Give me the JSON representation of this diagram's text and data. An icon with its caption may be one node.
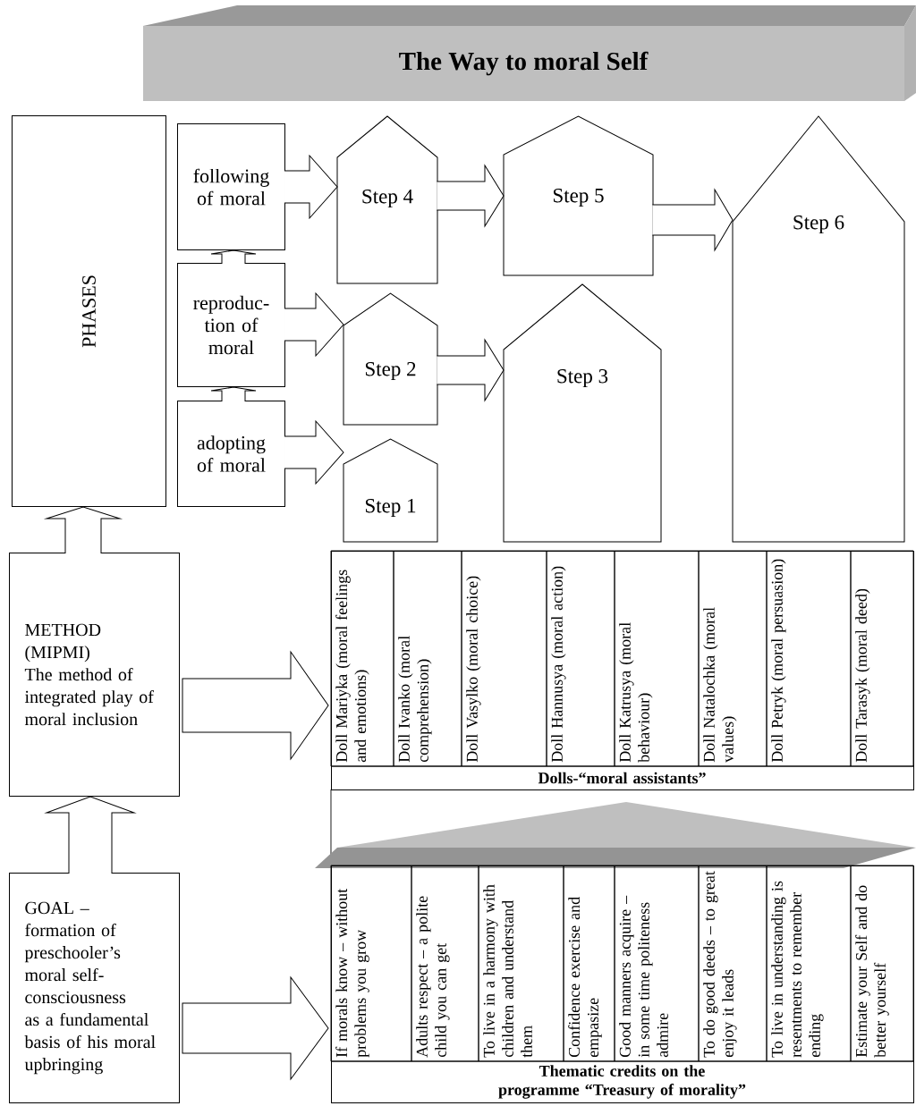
{
  "diagram": {
    "title": "The Way to moral Self",
    "nodes": [
      {
        "text": [
          "PHASES"
        ]
      },
      {
        "text": [
          "following of moral"
        ]
      },
      {
        "text": [
          "reproduc- tion of moral"
        ]
      },
      {
        "text": [
          "adopting of moral"
        ]
      },
      {
        "text": [
          "Step 1"
        ]
      },
      {
        "text": [
          "Step 2"
        ]
      },
      {
        "text": [
          "Step 3"
        ]
      },
      {
        "text": [
          "Step 4"
        ]
      },
      {
        "text": [
          "Step 5"
        ]
      },
      {
        "text": [
          "Step 6"
        ]
      },
      {
        "text": [
          "METHOD (MIPMI)",
          "The method of integrated play of moral inclusion"
        ]
      },
      {
        "text": [
          "GOAL – formation of preschooler’s moral self-consciousness as a fundamental basis of his moral upbringing"
        ]
      },
      {
        "text": [
          "Dolls-“moral assistants”"
        ]
      },
      {
        "text": [
          "Doll Mariyka (moral feelings and emotions)"
        ],
        "in": 12
      },
      {
        "text": [
          "Doll Ivanko (moral comprehension)"
        ],
        "in": 12
      },
      {
        "text": [
          "Doll Vasylko (moral choice)"
        ],
        "in": 12
      },
      {
        "text": [
          "Doll Hannusya (moral action)"
        ],
        "in": 12
      },
      {
        "text": [
          "Doll Katrusya (moral behaviour)"
        ],
        "in": 12
      },
      {
        "text": [
          "Doll Natalochka (moral values)"
        ],
        "in": 12
      },
      {
        "text": [
          "Doll Petryk (moral persuasion)"
        ],
        "in": 12
      },
      {
        "text": [
          "Doll Tarasyk (moral deed)"
        ],
        "in": 12
      },
      {
        "text": [
          "Thematic credits on the programme “Treasury of morality”"
        ]
      },
      {
        "text": [
          "If morals know – without problems you grow"
        ],
        "in": 21
      },
      {
        "text": [
          "Adults respect – a polite child you can get"
        ],
        "in": 21
      },
      {
        "text": [
          "To live in a harmony with children and understand them"
        ],
        "in": 21
      },
      {
        "text": [
          "Confidence exercise and empasize"
        ],
        "in": 21
      },
      {
        "text": [
          "Good manners acquire – in some time politeness admire"
        ],
        "in": 21
      },
      {
        "text": [
          "To do good deeds – to great enjoy it leads"
        ],
        "in": 21
      },
      {
        "text": [
          "To live in understanding is resentments to remember ending"
        ],
        "in": 21
      },
      {
        "text": [
          "Estimate your Self and do better yourself"
        ],
        "in": 21
      }
    ],
    "edges": [
      {
        "from": 3,
        "to": 2,
        "arrow": "to"
      },
      {
        "from": 2,
        "to": 1,
        "arrow": "to"
      },
      {
        "from": 1,
        "to": 7,
        "arrow": "to"
      },
      {
        "from": 2,
        "to": 5,
        "arrow": "to"
      },
      {
        "from": 3,
        "to": 4,
        "arrow": "to"
      },
      {
        "from": 7,
        "to": 8,
        "arrow": "to"
      },
      {
        "from": 8,
        "to": 9,
        "arrow": "to"
      },
      {
        "from": 5,
        "to": 6,
        "arrow": "to"
      },
      {
        "from": 11,
        "to": 10,
        "arrow": "to"
      },
      {
        "from": 10,
        "to": 0,
        "arrow": "to"
      },
      {
        "from": 10,
        "to": 12,
        "arrow": "to"
      },
      {
        "from": 11,
        "to": 21,
        "arrow": "to"
      }
    ]
  }
}
